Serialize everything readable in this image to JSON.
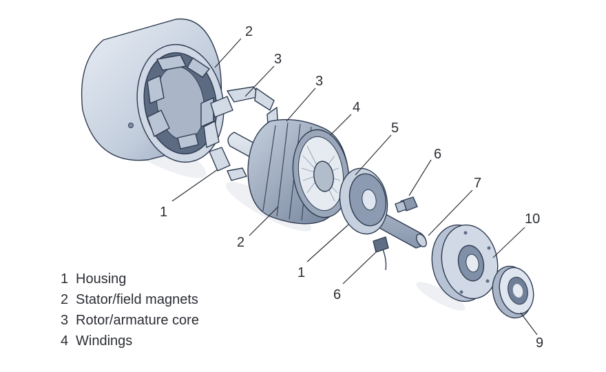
{
  "diagram": {
    "callouts": [
      "2",
      "3",
      "3",
      "4",
      "5",
      "6",
      "7",
      "10",
      "1",
      "2",
      "1",
      "6",
      "9"
    ]
  },
  "legend": {
    "items": [
      {
        "num": "1",
        "label": "Housing"
      },
      {
        "num": "2",
        "label": "Stator/field magnets"
      },
      {
        "num": "3",
        "label": "Rotor/armature core"
      },
      {
        "num": "4",
        "label": "Windings"
      }
    ]
  },
  "colors": {
    "metal_light": "#dfe6f0",
    "metal_mid": "#b7c3d4",
    "metal_dark": "#7f8ea6",
    "outline": "#2d3a4f",
    "shadow": "#eceef2",
    "text": "#2a2d33"
  }
}
